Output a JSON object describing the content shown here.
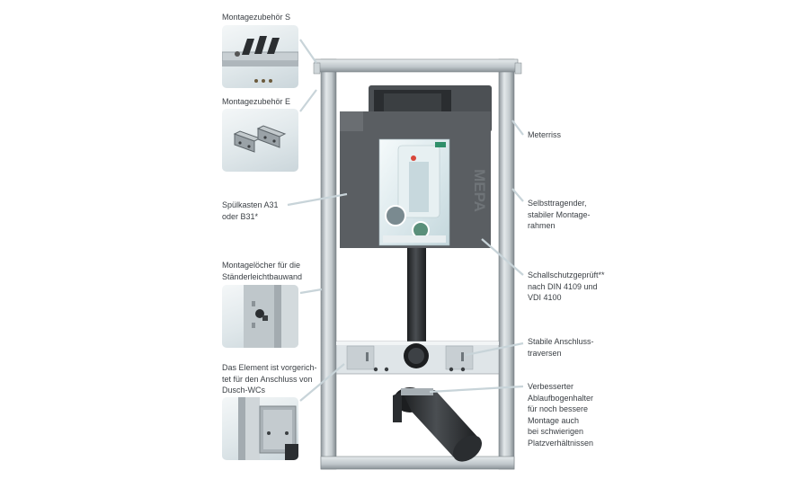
{
  "labels": {
    "montagezubehoer_s": "Montagezubehör S",
    "montagezubehoer_e": "Montagezubehör E",
    "spuelkasten_line1": "Spülkasten A31",
    "spuelkasten_line2": "oder B31*",
    "montageloecher_line1": "Montagelöcher für die",
    "montageloecher_line2": "Ständerleichtbauwand",
    "element_line1": "Das Element ist vorgerich-",
    "element_line2": "tet für den Anschluss von",
    "element_line3": "Dusch-WCs",
    "meterriss": "Meterriss",
    "selbsttragend_line1": "Selbsttragender,",
    "selbsttragend_line2": "stabiler Montage-",
    "selbsttragend_line3": "rahmen",
    "schallschutz_line1": "Schallschutzgeprüft**",
    "schallschutz_line2": "nach DIN 4109 und",
    "schallschutz_line3": "VDI 4100",
    "traversen_line1": "Stabile Anschluss-",
    "traversen_line2": "traversen",
    "ablauf_line1": "Verbesserter",
    "ablauf_line2": "Ablaufbogenhalter",
    "ablauf_line3": "für noch bessere",
    "ablauf_line4": "Montage auch",
    "ablauf_line5": "bei schwierigen",
    "ablauf_line6": "Platzverhältnissen"
  },
  "brand_text": "MEPA",
  "colors": {
    "frame": "#b9c0c4",
    "cistern": "#5a5e62",
    "pipe": "#2a2d30",
    "accent_green": "#2f8f6a",
    "text": "#3a3f44"
  },
  "icons": [
    "frame-diagram",
    "cistern-module",
    "drain-pipe",
    "mounting-bracket"
  ]
}
